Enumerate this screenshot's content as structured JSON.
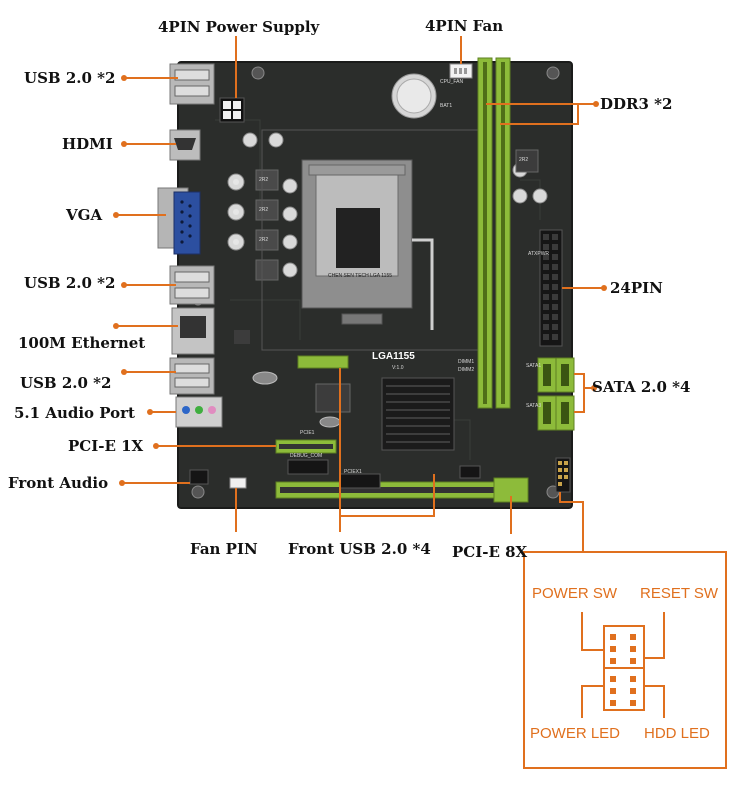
{
  "labels": {
    "power_supply_4pin": "4PIN Power Supply",
    "fan_4pin": "4PIN Fan",
    "usb_top": "USB 2.0 *2",
    "hdmi": "HDMI",
    "vga": "VGA",
    "usb_mid": "USB 2.0 *2",
    "ethernet": "100M Ethernet",
    "usb_low": "USB 2.0 *2",
    "audio_port": "5.1 Audio Port",
    "pcie_1x": "PCI-E 1X",
    "front_audio": "Front Audio",
    "fan_pin": "Fan PIN",
    "front_usb": "Front USB 2.0 *4",
    "pcie_8x": "PCI-E 8X",
    "ddr3": "DDR3 *2",
    "pin24": "24PIN",
    "sata": "SATA 2.0 *4"
  },
  "front_panel": {
    "power_sw": "POWER SW",
    "reset_sw": "RESET SW",
    "power_led": "POWER LED",
    "hdd_led": "HDD LED"
  },
  "board": {
    "socket_label": "LGA1155",
    "socket_version": "V:1.0",
    "socket_brand": "CHEN SEN TECH  LGA 1155",
    "dimm1": "DIMM1",
    "dimm2": "DIMM2",
    "pcie1": "PCIE1",
    "pciex1": "PCIEX1",
    "debug_com": "DEBUG_COM",
    "sata1": "SATA1",
    "sata3": "SATA3",
    "atxpwr": "ATXPWR",
    "bat1": "BAT1",
    "cpu_fan": "CPU_FAN",
    "chip_marks": [
      "2R2",
      "2R2",
      "2R2",
      "2R2"
    ]
  },
  "colors": {
    "accent": "#e0701e",
    "board": "#2b2d2b",
    "slot_green": "#8dbb3a"
  }
}
